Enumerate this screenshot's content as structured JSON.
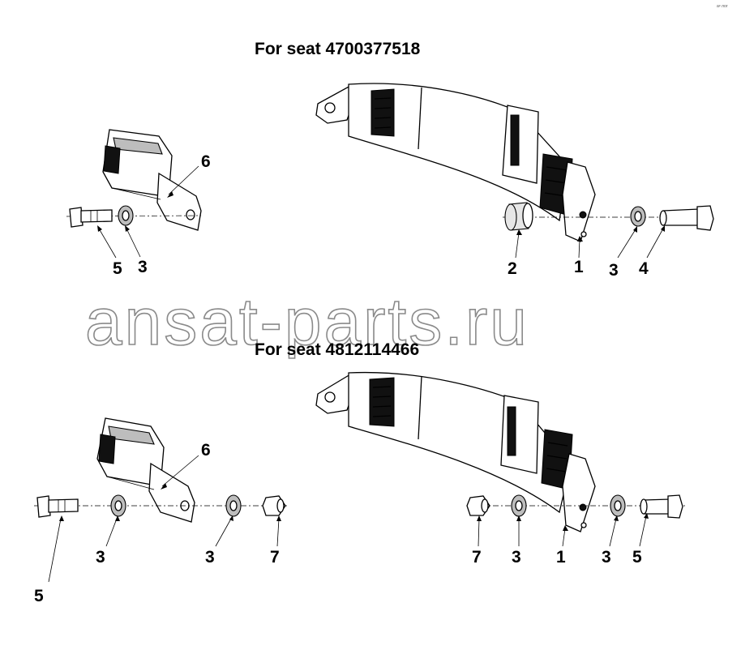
{
  "corner_mark": "аᵖ лог",
  "watermark": "ansat-parts.ru",
  "sections": [
    {
      "title": "For seat 4700377518",
      "callouts": [
        "6",
        "5",
        "3",
        "2",
        "1",
        "3",
        "4"
      ]
    },
    {
      "title": "For seat 4812114466",
      "callouts": [
        "6",
        "3",
        "3",
        "7",
        "5",
        "7",
        "3",
        "1",
        "3",
        "5"
      ]
    }
  ]
}
